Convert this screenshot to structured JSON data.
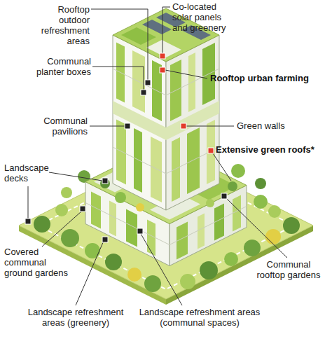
{
  "diagram": {
    "labels": [
      "Rooftop outdoor refreshment areas",
      "Co-located solar panels and greenery",
      "Rooftop urban farming",
      "Communal planter boxes",
      "Green walls",
      "Communal pavilions",
      "Extensive green roofs*",
      "Landscape decks",
      "Covered communal ground gardens",
      "Communal rooftop gardens",
      "Landscape refreshment areas (greenery)",
      "Landscape refreshment areas (communal spaces)"
    ]
  }
}
